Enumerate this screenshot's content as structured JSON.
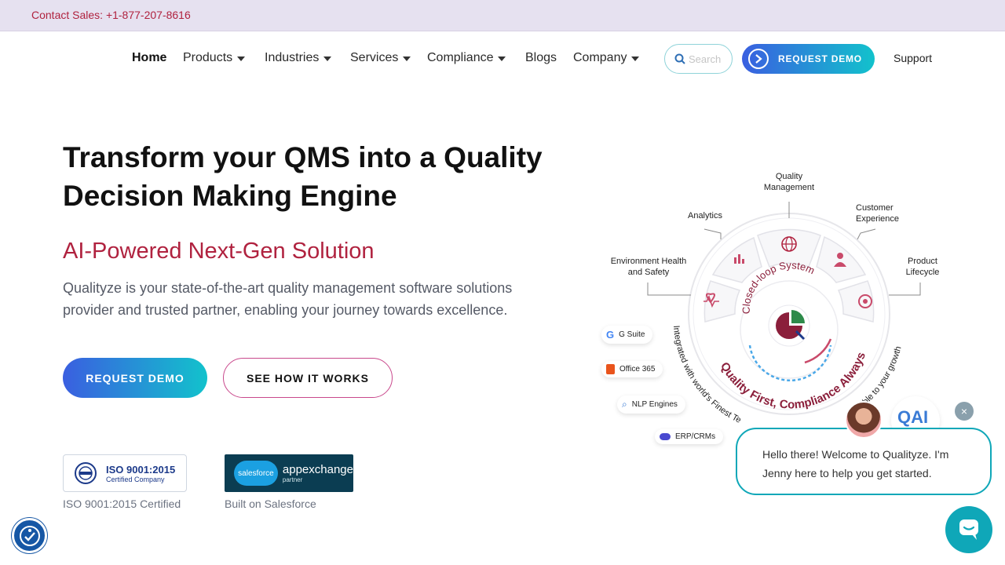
{
  "topbar": {
    "contact": "Contact Sales: +1-877-207-8616"
  },
  "nav": {
    "items": [
      {
        "label": "Home",
        "dropdown": false
      },
      {
        "label": "Products",
        "dropdown": true
      },
      {
        "label": "Industries",
        "dropdown": true
      },
      {
        "label": "Services",
        "dropdown": true
      },
      {
        "label": "Compliance",
        "dropdown": true
      },
      {
        "label": "Blogs",
        "dropdown": false
      },
      {
        "label": "Company",
        "dropdown": true
      }
    ],
    "search_placeholder": "Search",
    "demo_label": "REQUEST DEMO",
    "support_label": "Support"
  },
  "hero": {
    "title": "Transform your QMS into a Quality Decision Making Engine",
    "subtitle": "AI-Powered Next-Gen Solution",
    "description": "Qualityze is your state-of-the-art quality management software solutions provider and trusted partner, enabling your journey towards excellence.",
    "primary_button": "REQUEST DEMO",
    "secondary_button": "SEE HOW IT WORKS"
  },
  "badges": {
    "iso_title": "ISO 9001:2015",
    "iso_sub": "Certified Company",
    "iso_caption": "ISO 9001:2015 Certified",
    "sf_logo": "salesforce",
    "sf_title": "appexchange",
    "sf_sub": "partner",
    "sf_caption": "Built on Salesforce"
  },
  "diagram": {
    "center_text": "Closed-loop System",
    "ring_text": "Quality First, Compliance Always",
    "outer_text_left": "Integrated with world's Finest Te",
    "outer_text_right": "able to your growth",
    "labels": {
      "quality": "Quality Management",
      "analytics": "Analytics",
      "customer": "Customer Experience",
      "env": "Environment Health and Safety",
      "product": "Product Lifecycle"
    },
    "integrations": [
      "G Suite",
      "Office 365",
      "NLP Engines",
      "ERP/CRMs"
    ],
    "colors": {
      "accent": "#b0223f",
      "teal": "#12c2cc",
      "blue": "#3a5fe0"
    }
  },
  "chat": {
    "message": "Hello there! Welcome to Qualityze. I'm Jenny here to help you get started.",
    "close": "×",
    "qai": "QAI"
  }
}
